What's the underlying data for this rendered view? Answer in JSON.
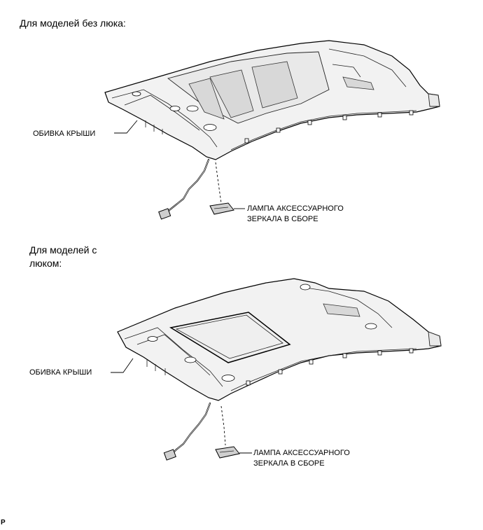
{
  "sections": [
    {
      "heading": "Для моделей без люка:",
      "headliner_label": "ОБИВКА КРЫШИ",
      "lamp_label_line1": "ЛАМПА АКСЕССУАРНОГО",
      "lamp_label_line2": "ЗЕРКАЛА В СБОРЕ"
    },
    {
      "heading": "Для моделей с\nлюком:",
      "headliner_label": "ОБИВКА КРЫШИ",
      "lamp_label_line1": "ЛАМПА АКСЕССУАРНОГО",
      "lamp_label_line2": "ЗЕРКАЛА В СБОРЕ"
    }
  ],
  "footer_mark": "P"
}
